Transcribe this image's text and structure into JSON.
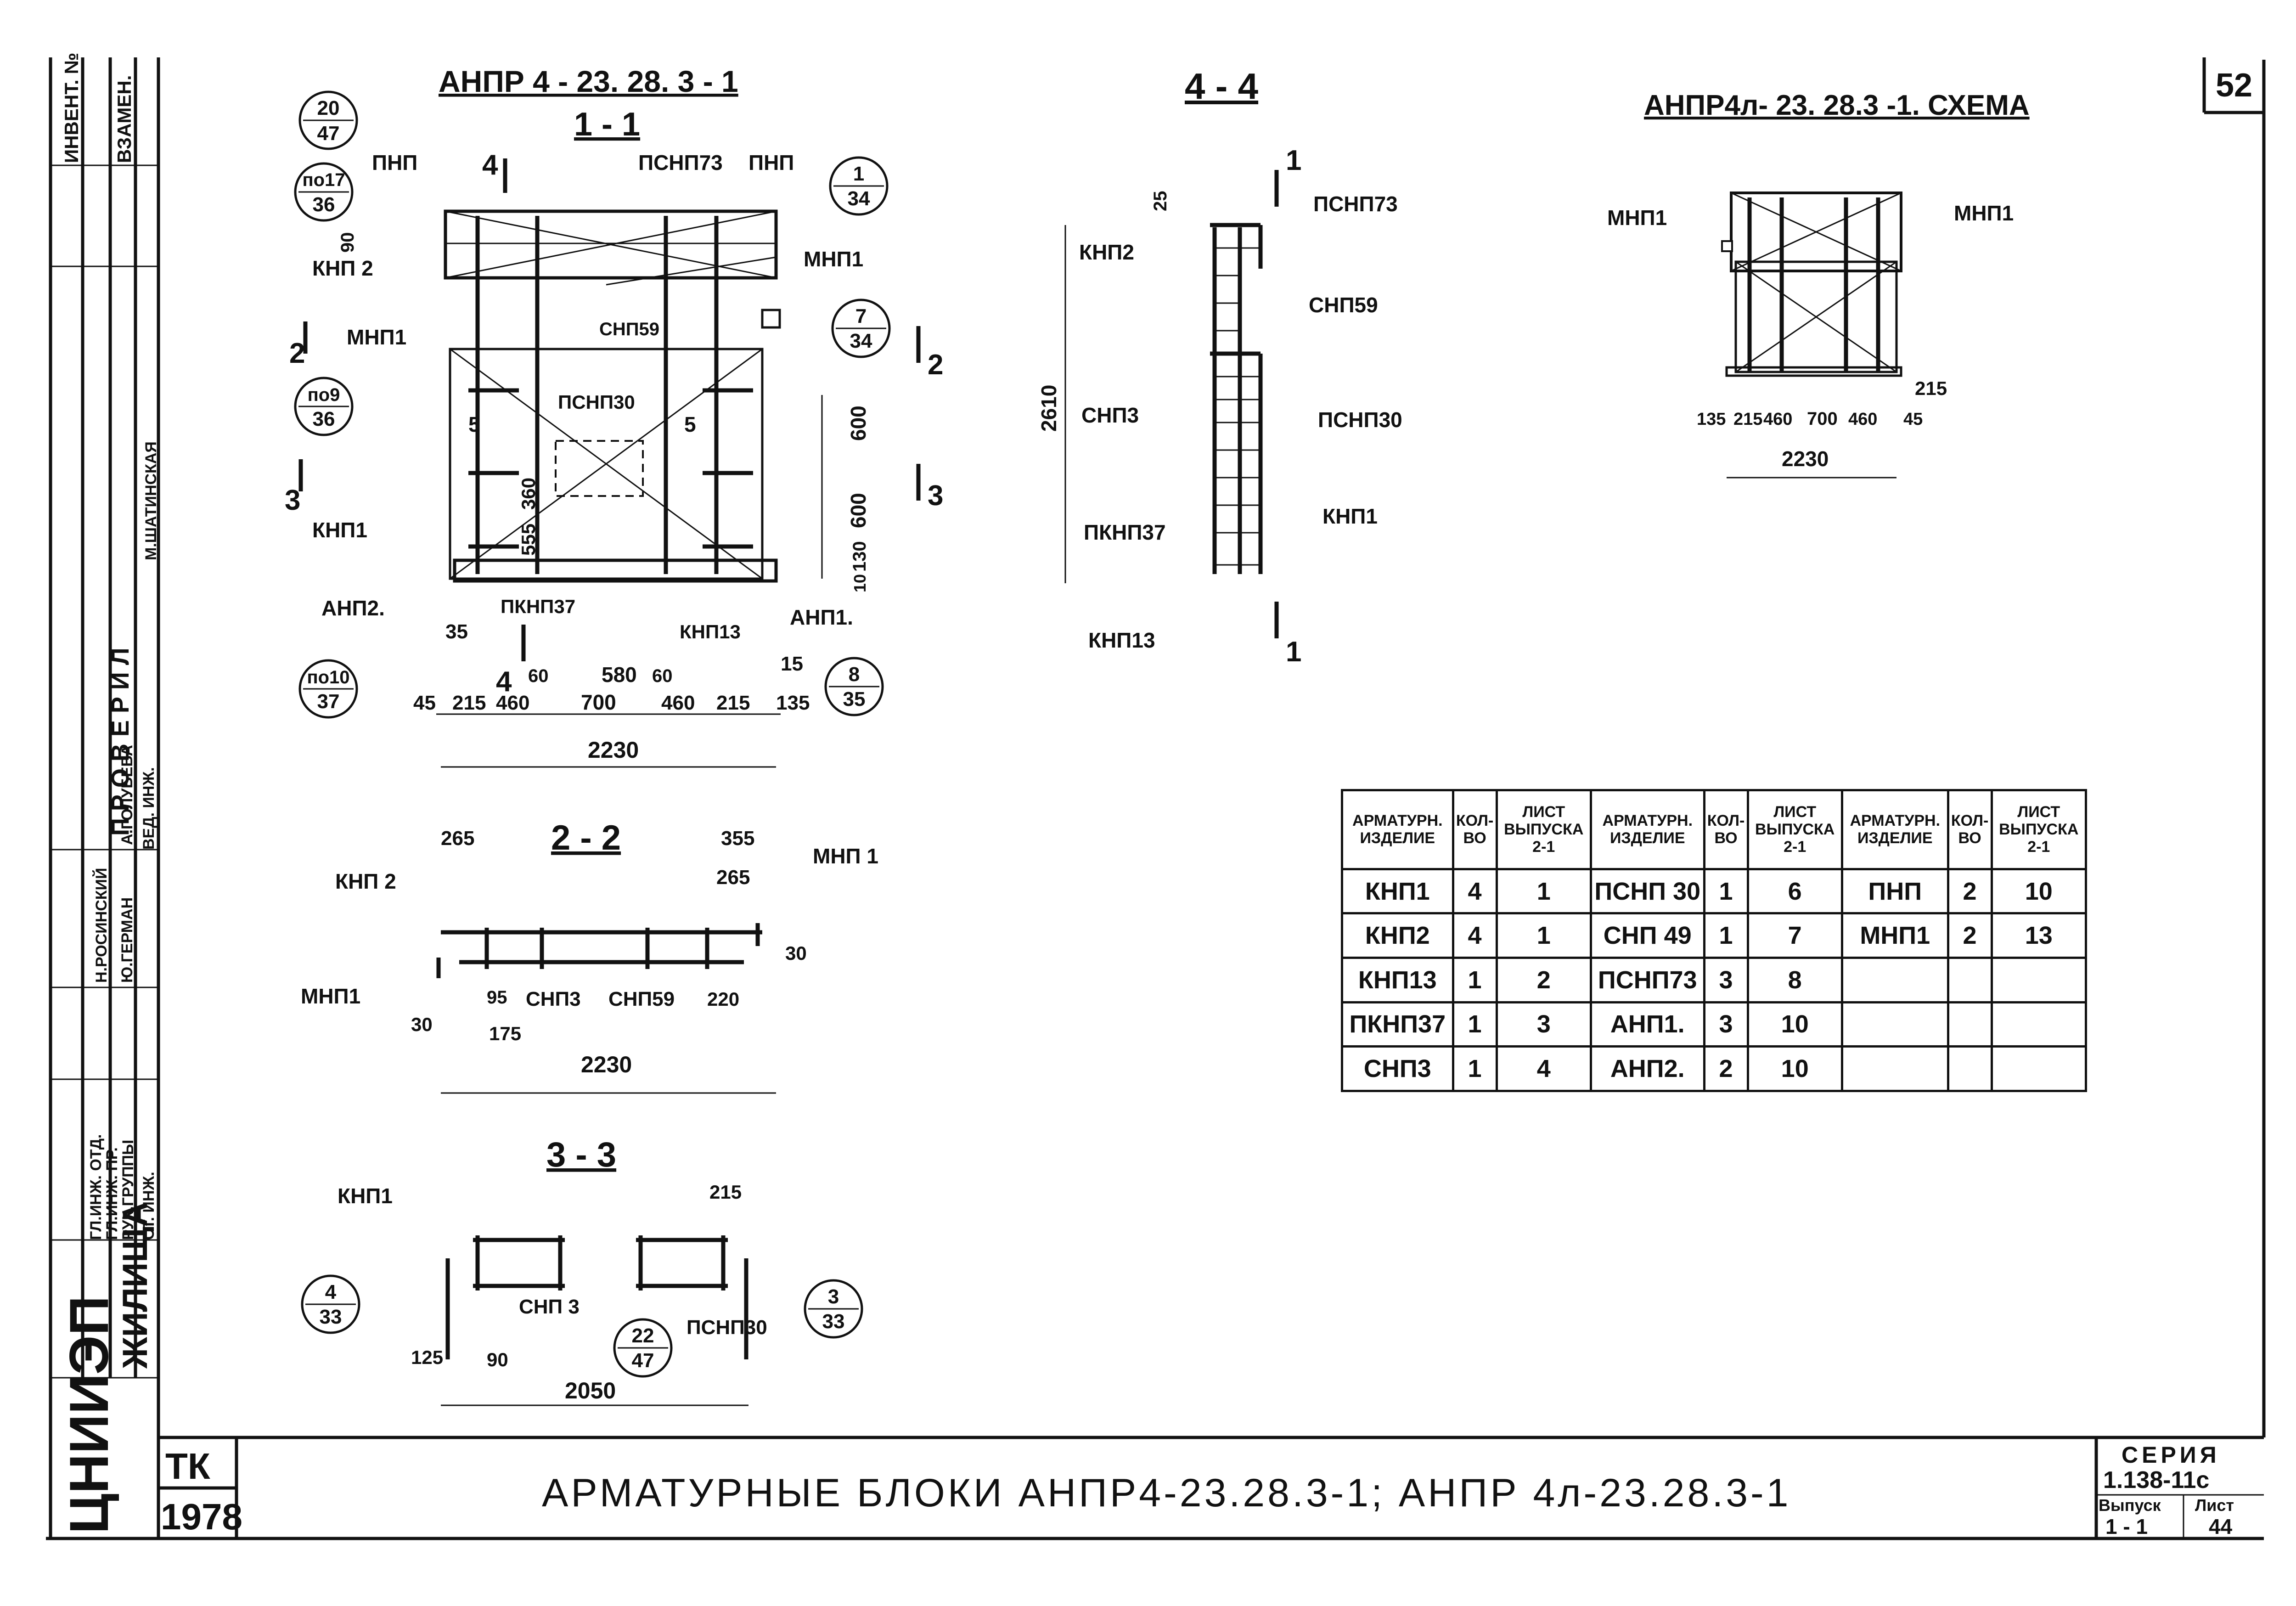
{
  "page_number": "52",
  "sidebar": {
    "inv_no": "ИНВЕНТ. №",
    "vzamen": "ВЗАМЕН.",
    "proveril": "П Р О В Е Р И Л",
    "roles": [
      "ГЛ.ИНЖ. ОТД.",
      "ГЛ.ИНЖ. ПР.",
      "РУК.ГРУППЫ",
      "СТ. ИНЖ.",
      "ВЕД. ИНЖ."
    ],
    "names": [
      "Н.РОСИНСКИЙ",
      "Ю.ГЕРМАН",
      "А.ГОЛУБЕВА",
      "М.ШАТИНСКАЯ"
    ],
    "org_logo": "ЦНИИЭП",
    "org_name": "ЖИЛИЩА"
  },
  "view_1_1": {
    "title_top": "АНПР 4 - 23. 28. 3 - 1",
    "section": "1 - 1",
    "labels": {
      "pnp_left": "ПНП",
      "psnp73": "ПСНП73",
      "pnp_right": "ПНП",
      "knp2": "КНП 2",
      "mnp1_left": "МНП1",
      "mnp1_right": "МНП1",
      "snp59": "СНП59",
      "psnp30": "ПСНП30",
      "knp1": "КНП1",
      "anp2": "АНП2.",
      "anp1": "АНП1.",
      "pknp37": "ПКНП37",
      "knp13": "КНП13"
    },
    "callouts": [
      {
        "top": "20",
        "bottom": "47"
      },
      {
        "top": "по17",
        "bottom": "36"
      },
      {
        "top": "1",
        "bottom": "34"
      },
      {
        "top": "7",
        "bottom": "34"
      },
      {
        "top": "по9",
        "bottom": "36"
      },
      {
        "top": "по10",
        "bottom": "37"
      },
      {
        "top": "8",
        "bottom": "35"
      }
    ],
    "section_marks": {
      "m4": "4",
      "m2l": "2",
      "m2r": "2",
      "m3l": "3",
      "m3r": "3",
      "m4b": "4"
    },
    "dims": {
      "d90": "90",
      "d5l": "5",
      "d5r": "5",
      "d360": "360",
      "d555": "555",
      "d600a": "600",
      "d600b": "600",
      "d130": "130",
      "d10": "10",
      "d35": "35",
      "d15": "15",
      "d60a": "60",
      "d580": "580",
      "d60b": "60",
      "bottom_row": [
        "45",
        "215",
        "460",
        "700",
        "460",
        "215",
        "135"
      ],
      "total": "2230"
    }
  },
  "view_2_2": {
    "section": "2 - 2",
    "labels": {
      "knp2": "КНП 2",
      "mnp1_right": "МНП 1",
      "mnp1_left": "МНП1",
      "snp3": "СНП3",
      "snp59": "СНП59"
    },
    "dims": {
      "d265a": "265",
      "d355": "355",
      "d265b": "265",
      "d30r": "30",
      "d95": "95",
      "d220": "220",
      "d30l": "30",
      "d175": "175",
      "total": "2230"
    }
  },
  "view_3_3": {
    "section": "3 - 3",
    "labels": {
      "knp1": "КНП1",
      "snp3": "СНП 3",
      "psnp30": "ПСНП30"
    },
    "callouts": [
      {
        "top": "4",
        "bottom": "33"
      },
      {
        "top": "22",
        "bottom": "47"
      },
      {
        "top": "3",
        "bottom": "33"
      }
    ],
    "dims": {
      "d215": "215",
      "d125": "125",
      "d90": "90",
      "total": "2050"
    }
  },
  "view_4_4": {
    "section": "4 - 4",
    "labels": {
      "psnp73": "ПСНП73",
      "knp2": "КНП2",
      "snp59": "СНП59",
      "snp3": "СНП3",
      "psnp30": "ПСНП30",
      "knp1": "КНП1",
      "pknp37": "ПКНП37",
      "knp13": "КНП13"
    },
    "marks": {
      "top": "1",
      "bottom": "1"
    },
    "dims": {
      "d25": "25",
      "height": "2610"
    }
  },
  "schema": {
    "title": "АНПР4л- 23. 28.3 -1. СХЕМА",
    "labels": {
      "mnp1_left": "МНП1",
      "mnp1_right": "МНП1"
    },
    "dims": {
      "d215": "215",
      "row": [
        "135",
        "215",
        "460",
        "700",
        "460",
        "45"
      ],
      "total": "2230"
    }
  },
  "spec_table": {
    "headers": [
      "АРМАТУРН. ИЗДЕЛИЕ",
      "КОЛ-ВО",
      "ЛИСТ ВЫПУСКА 2-1"
    ],
    "rows": [
      [
        [
          "КНП1",
          "4",
          "1"
        ],
        [
          "ПСНП 30",
          "1",
          "6"
        ],
        [
          "ПНП",
          "2",
          "10"
        ]
      ],
      [
        [
          "КНП2",
          "4",
          "1"
        ],
        [
          "СНП 49",
          "1",
          "7"
        ],
        [
          "МНП1",
          "2",
          "13"
        ]
      ],
      [
        [
          "КНП13",
          "1",
          "2"
        ],
        [
          "ПСНП73",
          "3",
          "8"
        ],
        [
          "",
          "",
          ""
        ]
      ],
      [
        [
          "ПКНП37",
          "1",
          "3"
        ],
        [
          "АНП1.",
          "3",
          "10"
        ],
        [
          "",
          "",
          ""
        ]
      ],
      [
        [
          "СНП3",
          "1",
          "4"
        ],
        [
          "АНП2.",
          "2",
          "10"
        ],
        [
          "",
          "",
          ""
        ]
      ]
    ]
  },
  "title_block": {
    "tk": "ТК",
    "year": "1978",
    "title": "АРМАТУРНЫЕ БЛОКИ АНПР4-23.28.3-1; АНПР 4л-23.28.3-1",
    "series_label": "СЕРИЯ",
    "series_value": "1.138-11с",
    "vypusk_label": "Выпуск",
    "vypusk_value": "1 - 1",
    "list_label": "Лист",
    "list_value": "44"
  }
}
